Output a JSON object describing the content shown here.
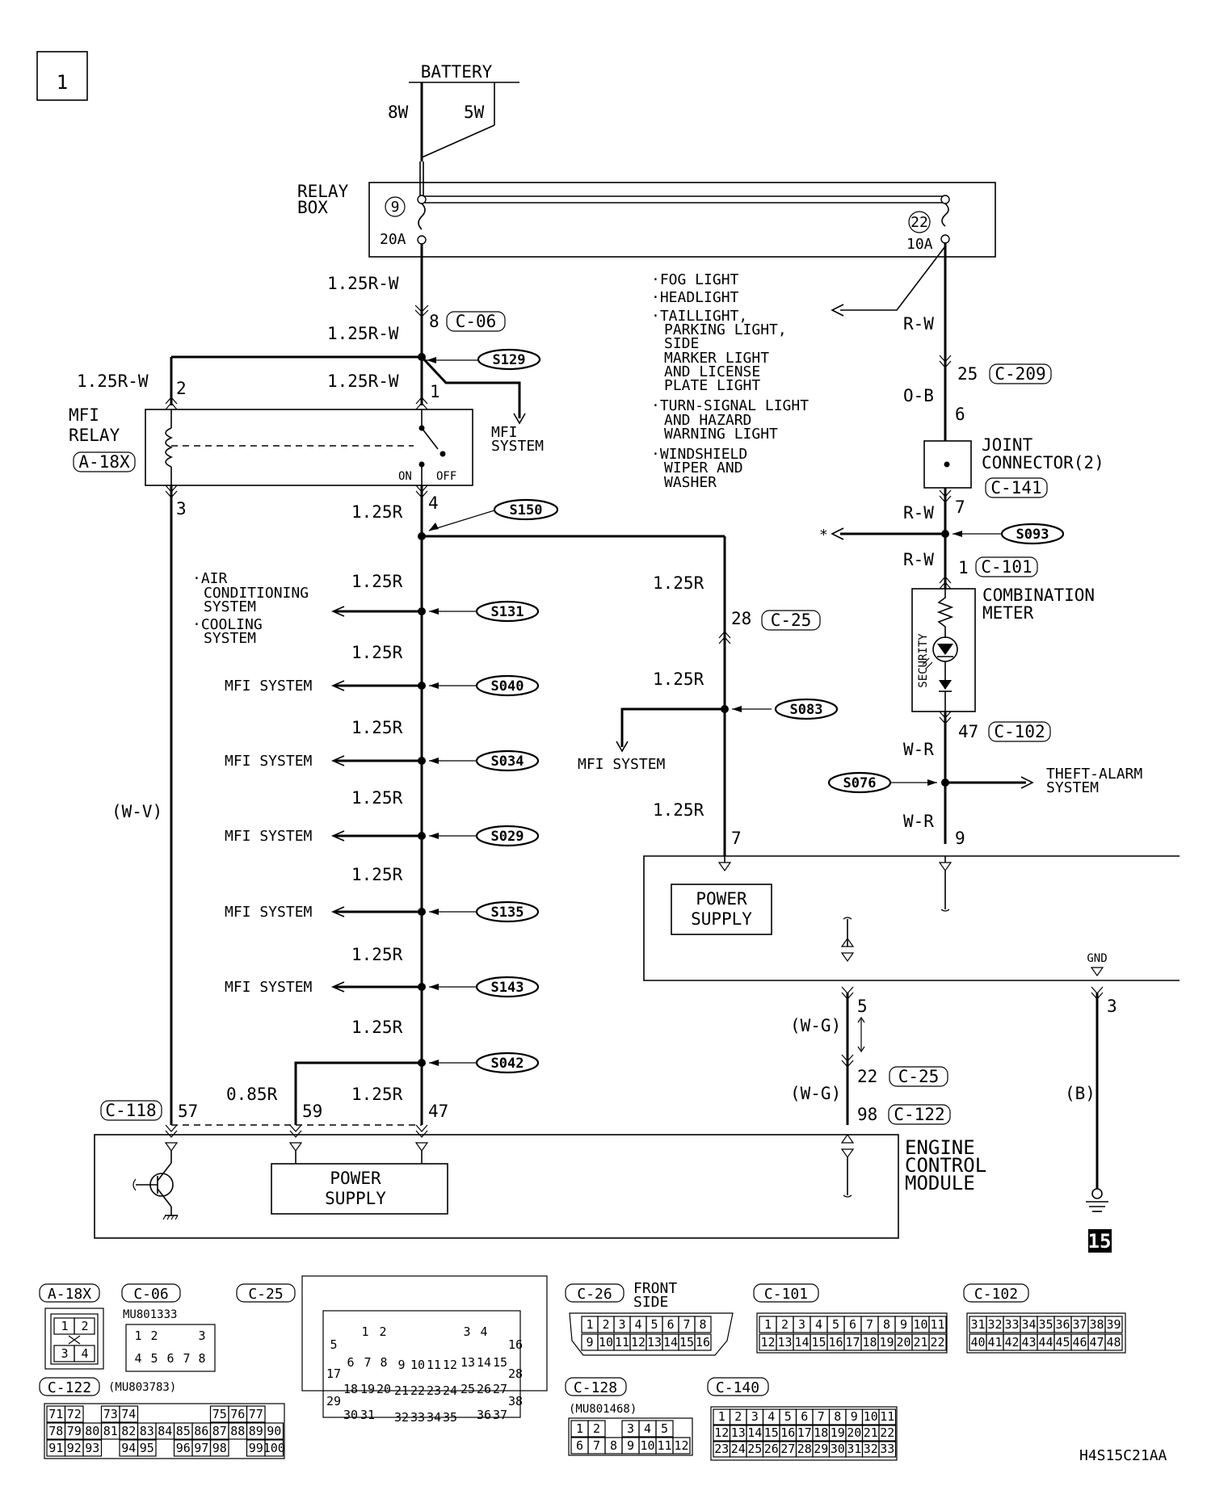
{
  "page_number": "1",
  "battery": {
    "label": "BATTERY",
    "wire_left": "8W",
    "wire_right": "5W"
  },
  "relay_box": {
    "label_line1": "RELAY",
    "label_line2": "BOX",
    "fuse1_number": "9",
    "fuse1_rating": "20A",
    "fuse2_number": "22",
    "fuse2_rating": "10A"
  },
  "wires": {
    "w1": "1.25R-W",
    "w2": "1.25R-W",
    "w3": "1.25R-W",
    "w4": "1.25R-W",
    "rw1": "R-W",
    "ob": "O-B",
    "rw2": "R-W",
    "rw3": "R-W",
    "wr1": "W-R",
    "wr2": "W-R",
    "r_main": "1.25R",
    "r_a": "1.25R",
    "r_b": "1.25R",
    "r_c": "1.25R",
    "r_d": "1.25R",
    "r_e": "1.25R",
    "r_f": "1.25R",
    "r_g": "1.25R",
    "r_h": "1.25R",
    "r_right1": "1.25R",
    "r_right2": "1.25R",
    "r_right3": "1.25R",
    "r_085": "0.85R",
    "wv": "(W-V)",
    "wg1": "(W-G)",
    "wg2": "(W-G)",
    "b": "(B)"
  },
  "pins": {
    "p8": "8",
    "c06": "C-06",
    "p2": "2",
    "p1": "1",
    "p3": "3",
    "p4": "4",
    "p25": "25",
    "c209": "C-209",
    "p6": "6",
    "p7": "7",
    "p1b": "1",
    "c101": "C-101",
    "p47a": "47",
    "c102": "C-102",
    "p9": "9",
    "p28": "28",
    "c25a": "C-25",
    "p7b": "7",
    "p5": "5",
    "p22": "22",
    "c25b": "C-25",
    "p98": "98",
    "c122": "C-122",
    "p3b": "3",
    "c118": "C-118",
    "p57": "57",
    "p59": "59",
    "p47b": "47"
  },
  "mfi_relay": {
    "line1": "MFI",
    "line2": "RELAY",
    "connector": "A-18X",
    "on": "ON",
    "off": "OFF"
  },
  "mfi_system_up": {
    "line1": "MFI",
    "line2": "SYSTEM"
  },
  "splices": [
    "S129",
    "S150",
    "S131",
    "S040",
    "S034",
    "S029",
    "S135",
    "S143",
    "S042",
    "S083",
    "S093",
    "S076"
  ],
  "side_loads": {
    "air_cond_1": "·AIR",
    "air_cond_2": "CONDITIONING",
    "air_cond_3": "SYSTEM",
    "cooling_1": "·COOLING",
    "cooling_2": "SYSTEM",
    "mfi_1": "MFI SYSTEM",
    "mfi_2": "MFI SYSTEM",
    "mfi_3": "MFI SYSTEM",
    "mfi_4": "MFI SYSTEM",
    "mfi_5": "MFI SYSTEM",
    "mfi_right": "MFI SYSTEM"
  },
  "fuse22_loads": [
    "·FOG LIGHT",
    "·HEADLIGHT",
    "·TAILLIGHT,",
    "PARKING LIGHT,",
    "SIDE",
    "MARKER LIGHT",
    "AND LICENSE",
    "PLATE LIGHT",
    "·TURN-SIGNAL LIGHT",
    "AND HAZARD",
    "WARNING LIGHT",
    "·WINDSHIELD",
    "WIPER AND",
    "WASHER"
  ],
  "joint_connector": {
    "line1": "JOINT",
    "line2": "CONNECTOR(2)",
    "connector": "C-141"
  },
  "combination_meter": {
    "line1": "COMBINATION",
    "line2": "METER",
    "security": "SECURITY"
  },
  "star": "*",
  "theft_alarm": {
    "line1": "THEFT-ALARM",
    "line2": "SYSTEM"
  },
  "ecm": {
    "line1": "ENGINE",
    "line2": "CONTROL",
    "line3": "MODULE",
    "power1": "POWER",
    "supply1": "SUPPLY",
    "power2": "POWER",
    "supply2": "SUPPLY",
    "gnd": "GND"
  },
  "next_page": "15",
  "connectors": {
    "a18x": {
      "title": "A-18X",
      "rows": [
        [
          "1",
          "2"
        ],
        [
          "3",
          "4"
        ]
      ]
    },
    "c06": {
      "title": "C-06",
      "part": "MU801333",
      "rows": [
        [
          "1",
          "2",
          "",
          "3"
        ],
        [
          "4",
          "5",
          "6",
          "7",
          "8"
        ]
      ]
    },
    "c25": {
      "title": "C-25",
      "top_row": [
        "1",
        "2",
        "3",
        "4"
      ],
      "row2": [
        "6",
        "7",
        "8",
        "9",
        "10",
        "11",
        "12",
        "13",
        "14",
        "15"
      ],
      "row3": [
        "18",
        "19",
        "20",
        "21",
        "22",
        "23",
        "24",
        "25",
        "26",
        "27"
      ],
      "row4": [
        "30",
        "31",
        "32",
        "33",
        "34",
        "35",
        "36",
        "37"
      ],
      "left_col": [
        "5",
        "17",
        "29"
      ],
      "right_col": [
        "16",
        "28",
        "38"
      ]
    },
    "c26": {
      "title": "C-26",
      "note1": "FRONT",
      "note2": "SIDE",
      "rows": [
        [
          "1",
          "2",
          "3",
          "4",
          "5",
          "6",
          "7",
          "8"
        ],
        [
          "9",
          "10",
          "11",
          "12",
          "13",
          "14",
          "15",
          "16"
        ]
      ]
    },
    "c101": {
      "title": "C-101",
      "rows": [
        [
          "1",
          "2",
          "3",
          "4",
          "5",
          "6",
          "7",
          "8",
          "9",
          "10",
          "11"
        ],
        [
          "12",
          "13",
          "14",
          "15",
          "16",
          "17",
          "18",
          "19",
          "20",
          "21",
          "22"
        ]
      ]
    },
    "c102": {
      "title": "C-102",
      "rows": [
        [
          "31",
          "32",
          "33",
          "34",
          "35",
          "36",
          "37",
          "38",
          "39"
        ],
        [
          "40",
          "41",
          "42",
          "43",
          "44",
          "45",
          "46",
          "47",
          "48"
        ]
      ]
    },
    "c122": {
      "title": "C-122",
      "part": "(MU803783)",
      "rows": [
        [
          "71",
          "72",
          "",
          "73",
          "74",
          "",
          "",
          "",
          "",
          "75",
          "76",
          "77"
        ],
        [
          "78",
          "79",
          "80",
          "81",
          "82",
          "83",
          "84",
          "85",
          "86",
          "87",
          "88",
          "89",
          "90"
        ],
        [
          "91",
          "92",
          "93",
          "",
          "94",
          "95",
          "",
          "96",
          "97",
          "98",
          "",
          "99",
          "100"
        ]
      ]
    },
    "c128": {
      "title": "C-128",
      "part": "(MU801468)",
      "rows": [
        [
          "1",
          "2",
          "",
          "3",
          "4",
          "5"
        ],
        [
          "6",
          "7",
          "8",
          "9",
          "10",
          "11",
          "12"
        ]
      ]
    },
    "c140": {
      "title": "C-140",
      "rows": [
        [
          "1",
          "2",
          "3",
          "4",
          "5",
          "6",
          "7",
          "8",
          "9",
          "10",
          "11"
        ],
        [
          "12",
          "13",
          "14",
          "15",
          "16",
          "17",
          "18",
          "19",
          "20",
          "21",
          "22"
        ],
        [
          "23",
          "24",
          "25",
          "26",
          "27",
          "28",
          "29",
          "30",
          "31",
          "32",
          "33"
        ]
      ]
    }
  },
  "figure_code": "H4S15C21AA"
}
